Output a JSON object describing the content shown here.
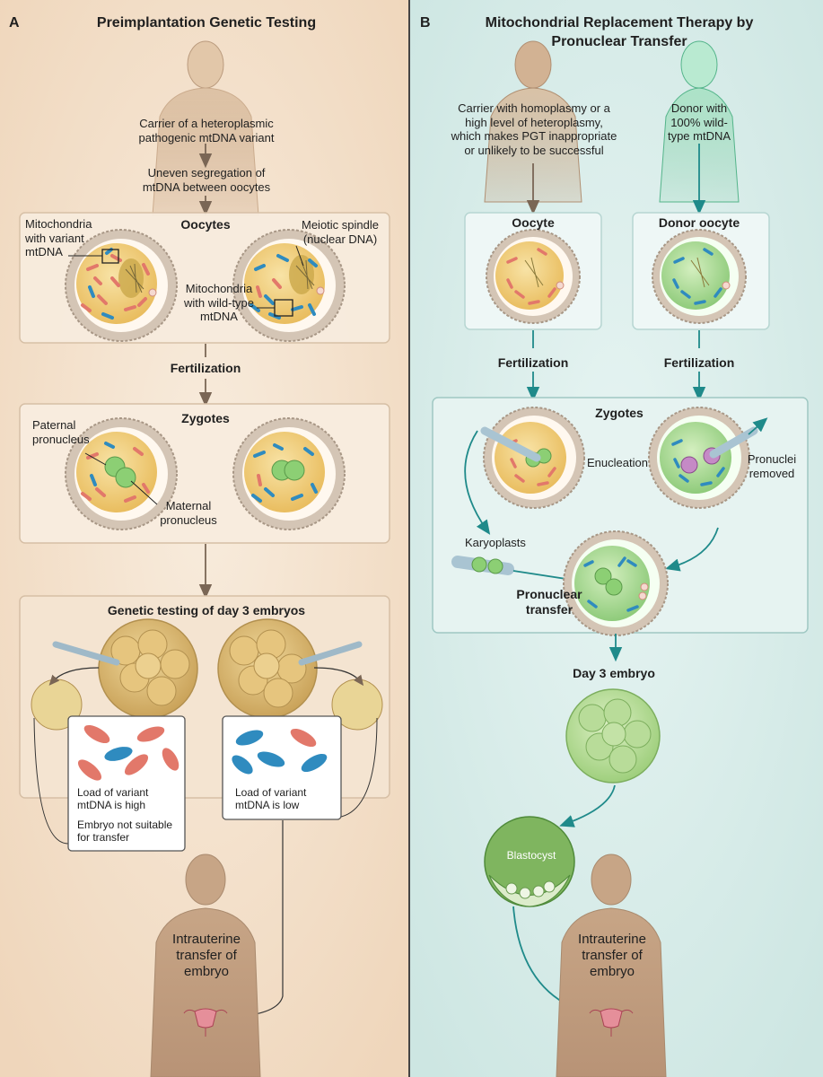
{
  "panel_a": {
    "letter": "A",
    "title": "Preimplantation Genetic Testing",
    "carrier_label": "Carrier of a heteroplasmic pathogenic mtDNA variant",
    "segregation_label": "Uneven segregation of mtDNA between oocytes",
    "oocytes_title": "Oocytes",
    "label_variant_mito": "Mitochondria with variant mtDNA",
    "label_spindle": "Meiotic spindle (nuclear DNA)",
    "label_wildtype_mito": "Mitochondria with wild-type mtDNA",
    "fertilization": "Fertilization",
    "zygotes_title": "Zygotes",
    "label_paternal": "Paternal pronucleus",
    "label_maternal": "Maternal pronucleus",
    "testing_title": "Genetic testing of day 3 embryos",
    "result_high": "Load of variant mtDNA is high",
    "result_not_suitable": "Embryo not suitable for transfer",
    "result_low": "Load of variant mtDNA is low",
    "transfer_label": "Intrauterine transfer of embryo"
  },
  "panel_b": {
    "letter": "B",
    "title_line1": "Mitochondrial Replacement Therapy by",
    "title_line2": "Pronuclear Transfer",
    "carrier_label": "Carrier with homoplasmy or a high level of heteroplasmy, which makes PGT inappropriate or unlikely to be successful",
    "donor_label": "Donor with 100% wild-type mtDNA",
    "oocyte_title": "Oocyte",
    "donor_oocyte_title": "Donor oocyte",
    "fertilization_left": "Fertilization",
    "fertilization_right": "Fertilization",
    "zygotes_title": "Zygotes",
    "enucleation": "Enucleation",
    "pronuclei_removed": "Pronuclei removed",
    "karyoplasts": "Karyoplasts",
    "pronuclear_transfer": "Pronuclear transfer",
    "day3": "Day 3 embryo",
    "blastocyst": "Blastocyst",
    "transfer_label": "Intrauterine transfer of embryo"
  },
  "colors": {
    "panel_a_bg": "#f4e3cf",
    "panel_b_bg": "#d6ece9",
    "teal_arrow": "#1f8a8a",
    "variant_mito": "#e2786a",
    "wildtype_mito": "#2f8bbf",
    "oocyte_yellow": "#f2cf7d",
    "oocyte_green": "#a7d78e",
    "silhouette": "#c9a98a",
    "donor_silhouette": "#8fd3b0"
  }
}
